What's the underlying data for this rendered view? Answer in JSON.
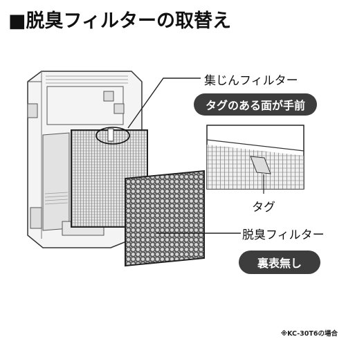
{
  "heading": "■脱臭フィルターの取替え",
  "dust_filter": {
    "name": "集じんフィルター",
    "instruction": "タグのある面が手前"
  },
  "inset": {
    "tag_label": "タグ"
  },
  "deodorizing_filter": {
    "name": "脱臭フィルター",
    "instruction": "裏表無し"
  },
  "footnote": "※KC-30T6の場合",
  "colors": {
    "pill_bg": "#3d3d3d",
    "line": "#333333",
    "body_fill": "#f4f4f4"
  }
}
